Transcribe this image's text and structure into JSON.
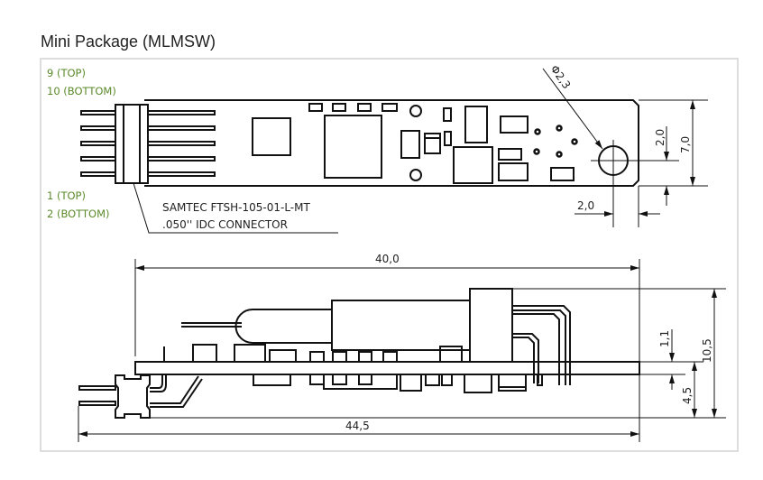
{
  "title": "Mini Package (MLMSW)",
  "top_view": {
    "pin_labels": {
      "top_left_1": "9 (TOP)",
      "top_left_2": "10 (BOTTOM)",
      "bottom_left_1": "1 (TOP)",
      "bottom_left_2": "2 (BOTTOM)"
    },
    "connector_note": {
      "line1": "SAMTEC FTSH-105-01-L-MT",
      "line2": ".050'' IDC CONNECTOR"
    },
    "dimensions": {
      "hole_diameter": "Φ2,3",
      "hole_offset_v": "2,0",
      "width": "7,0",
      "hole_offset_h": "2,0"
    }
  },
  "side_view": {
    "dimensions": {
      "board_length": "40,0",
      "total_length": "44,5",
      "total_height": "10,5",
      "pcb_thickness": "1,1",
      "bottom_height": "4,5"
    }
  },
  "colors": {
    "label_green": "#5b8a2b",
    "frame": "#dddddd"
  }
}
